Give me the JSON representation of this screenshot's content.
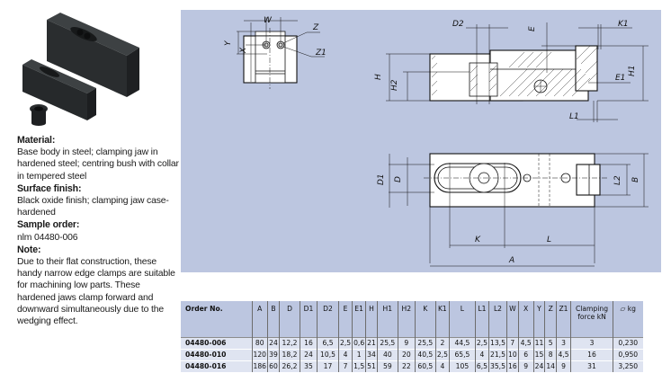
{
  "product": {
    "image_icon": "edge-clamp-product-photo"
  },
  "info": {
    "material_heading": "Material:",
    "material_text": "Base body in steel; clamping jaw in hardened steel; centring bush with collar in tempered steel",
    "surface_heading": "Surface finish:",
    "surface_text": "Black oxide finish; clamping jaw case-hardened",
    "sample_heading": "Sample order:",
    "sample_text": "nlm 04480-006",
    "note_heading": "Note:",
    "note_text": "Due to their flat construction, these handy narrow edge clamps are suitable for machining low parts. These hardened jaws clamp forward and downward simultaneously due to the wedging effect."
  },
  "drawing": {
    "labels": {
      "W": "W",
      "Z": "Z",
      "Z1": "Z1",
      "Y": "Y",
      "X": "X",
      "D2": "D2",
      "E": "E",
      "K1": "K1",
      "E1": "E1",
      "H": "H",
      "H2": "H2",
      "H1": "H1",
      "L1": "L1",
      "D1": "D1",
      "D": "D",
      "L2": "L2",
      "B": "B",
      "K": "K",
      "L": "L",
      "A": "A"
    }
  },
  "table": {
    "headers": [
      "Order No.",
      "A",
      "B",
      "D",
      "D1",
      "D2",
      "E",
      "E1",
      "H",
      "H1",
      "H2",
      "K",
      "K1",
      "L",
      "L1",
      "L2",
      "W",
      "X",
      "Y",
      "Z",
      "Z1",
      "Clamping force kN",
      "kg"
    ],
    "weight_icon": "weight-icon",
    "rows": [
      [
        "04480-006",
        "80",
        "24",
        "12,2",
        "16",
        "6,5",
        "2,5",
        "0,6",
        "21",
        "25,5",
        "9",
        "25,5",
        "2",
        "44,5",
        "2,5",
        "13,5",
        "7",
        "4,5",
        "11",
        "5",
        "3",
        "3",
        "0,230"
      ],
      [
        "04480-010",
        "120",
        "39",
        "18,2",
        "24",
        "10,5",
        "4",
        "1",
        "34",
        "40",
        "20",
        "40,5",
        "2,5",
        "65,5",
        "4",
        "21,5",
        "10",
        "6",
        "15",
        "8",
        "4,5",
        "16",
        "0,950"
      ],
      [
        "04480-016",
        "186",
        "60",
        "26,2",
        "35",
        "17",
        "7",
        "1,5",
        "51",
        "59",
        "22",
        "60,5",
        "4",
        "105",
        "6,5",
        "35,5",
        "16",
        "9",
        "24",
        "14",
        "9",
        "31",
        "3,250"
      ]
    ]
  },
  "colors": {
    "panel": "#bcc6e0",
    "row": "#dfe4f1",
    "steel": "#2b2e30"
  }
}
